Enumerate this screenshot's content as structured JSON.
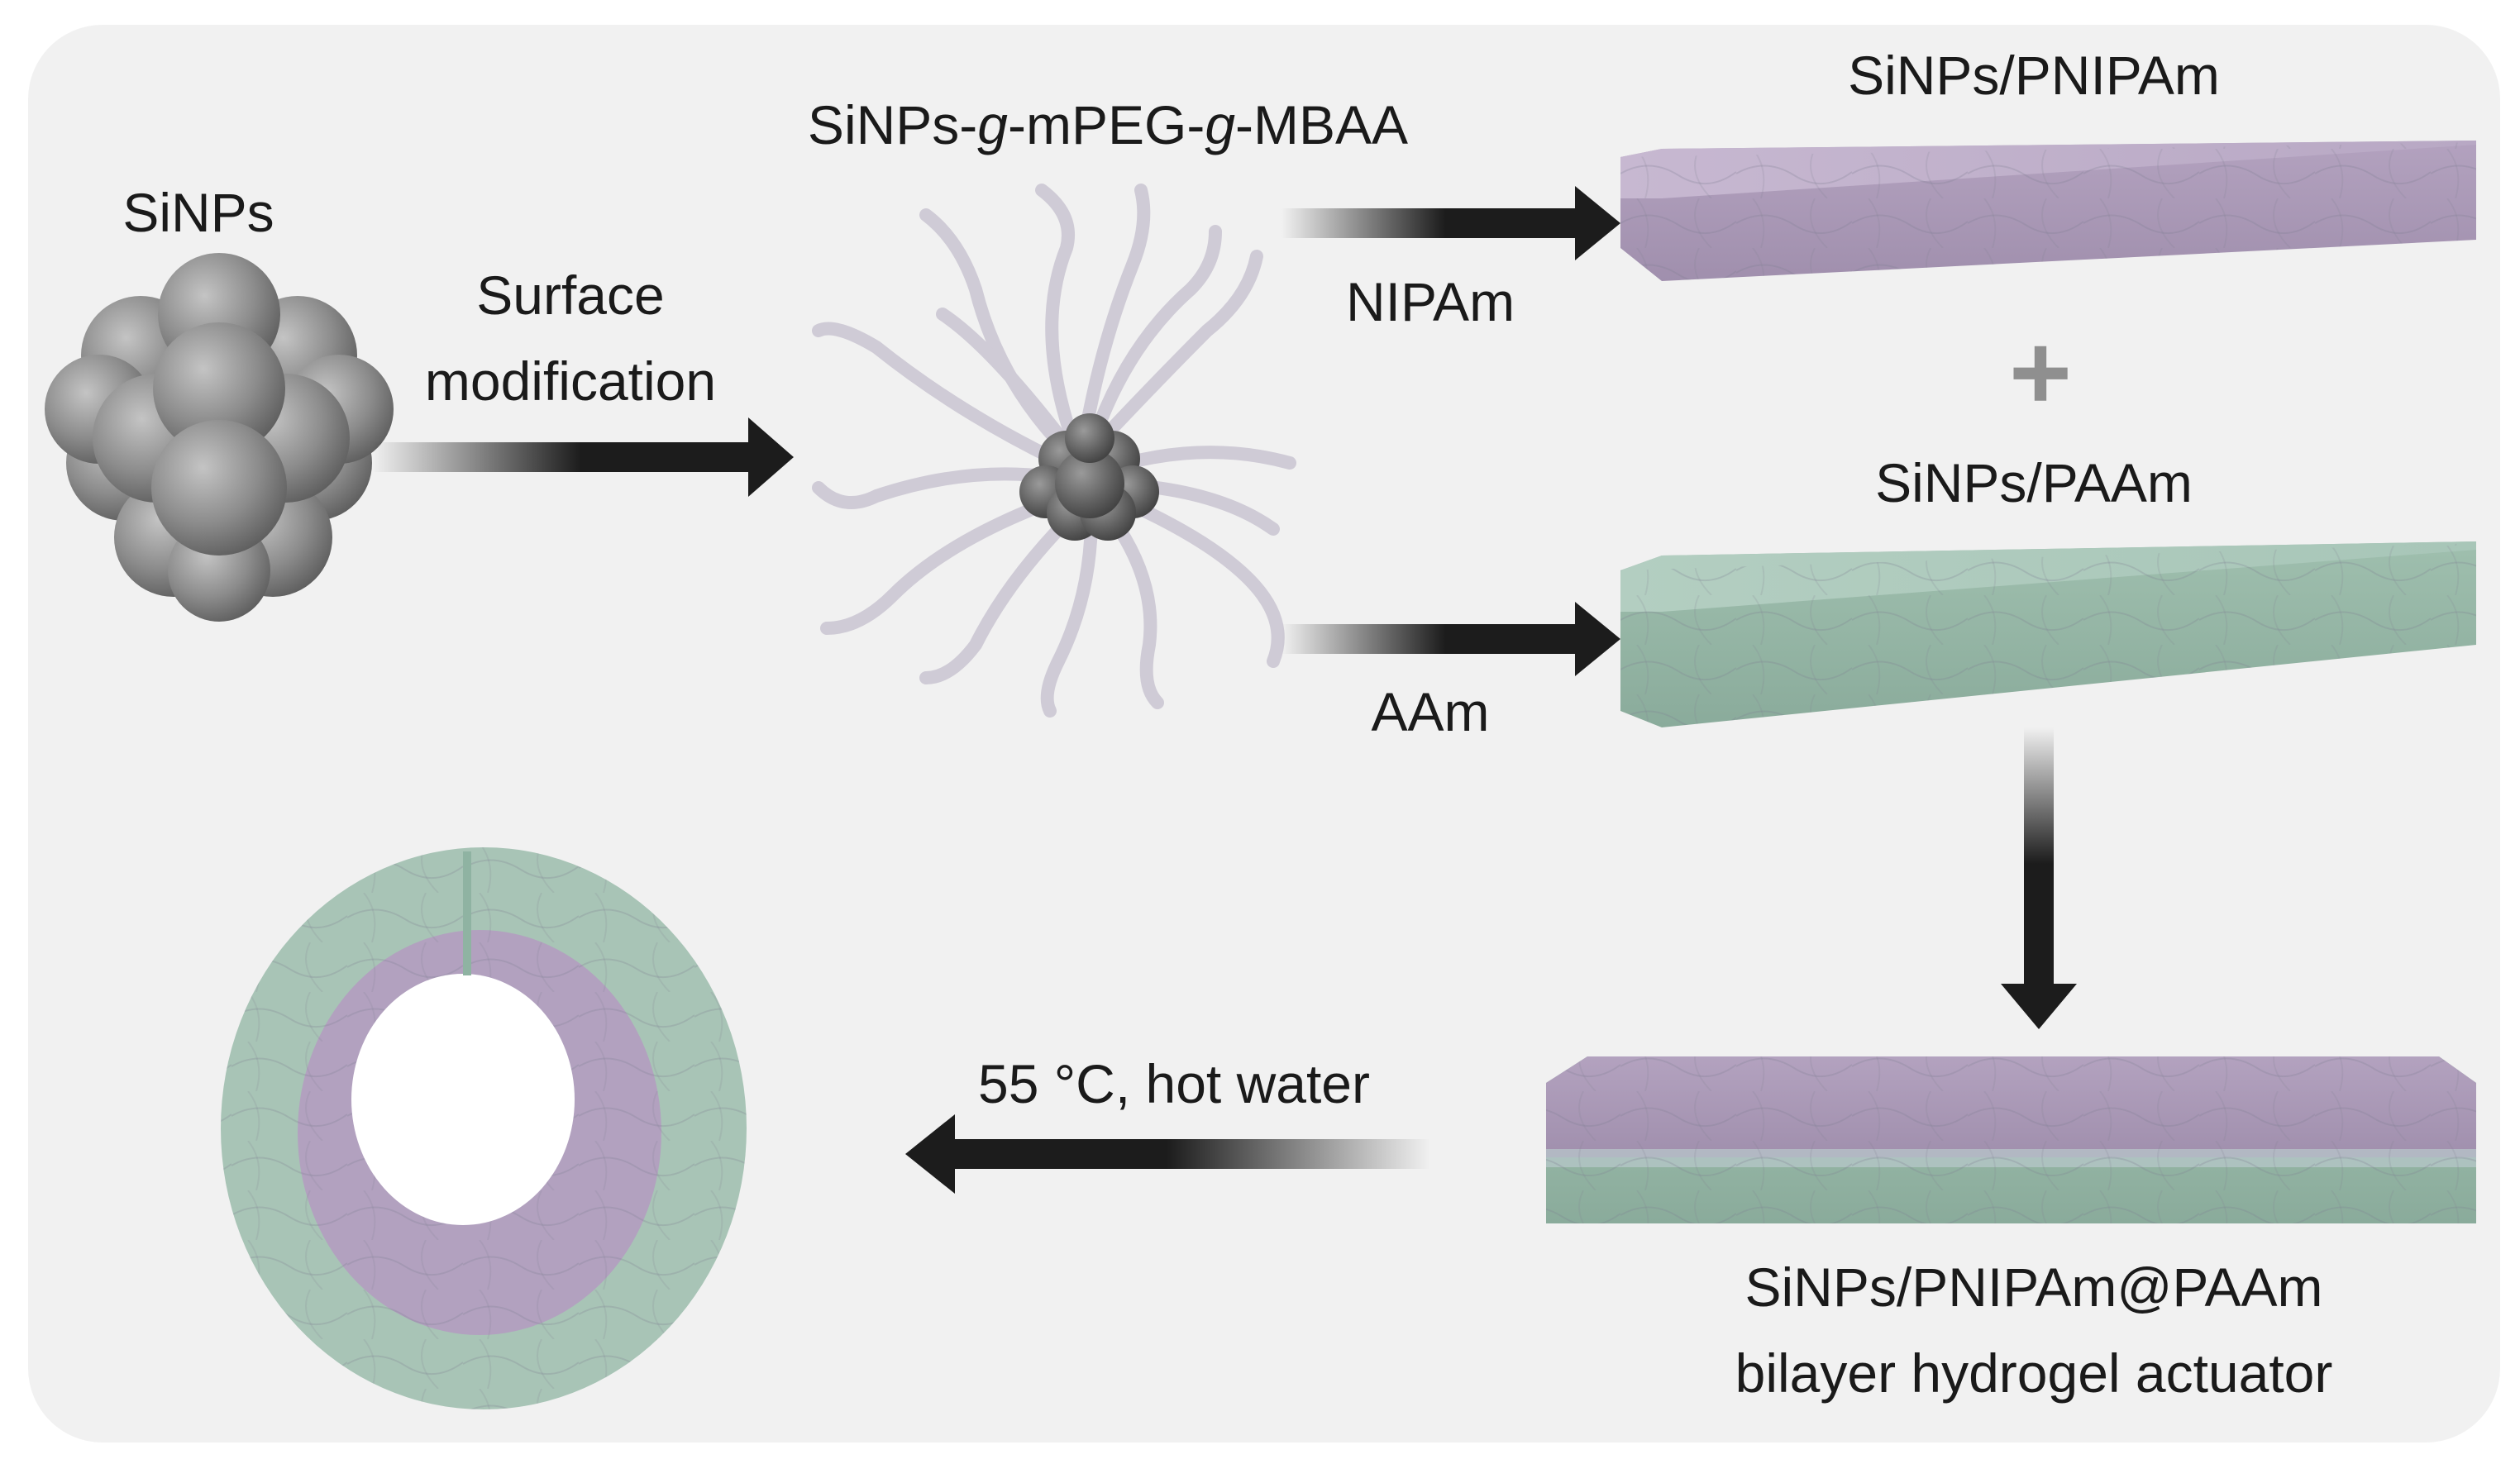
{
  "labels": {
    "sinps": "SiNPs",
    "surface_modification_1": "Surface",
    "surface_modification_2": "modification",
    "grafted_prefix": "SiNPs-",
    "grafted_g1": "g",
    "grafted_mid": "-mPEG-",
    "grafted_g2": "g",
    "grafted_suffix": "-MBAA",
    "nipam": "NIPAm",
    "aam": "AAm",
    "sinps_pnipam": "SiNPs/PNIPAm",
    "plus": "+",
    "sinps_paam": "SiNPs/PAAm",
    "hot_water": "55 °C, hot water",
    "bilayer_line1": "SiNPs/PNIPAm@PAAm",
    "bilayer_line2": "bilayer hydrogel actuator"
  },
  "colors": {
    "background_panel": "#f1f1f1",
    "arrow": "#1c1c1c",
    "pnipam_layer": "#b9a8c4",
    "paam_layer": "#a6c4b6",
    "nanoparticle": "#8a8a8a",
    "polymer_chain": "#cfcbd6"
  }
}
